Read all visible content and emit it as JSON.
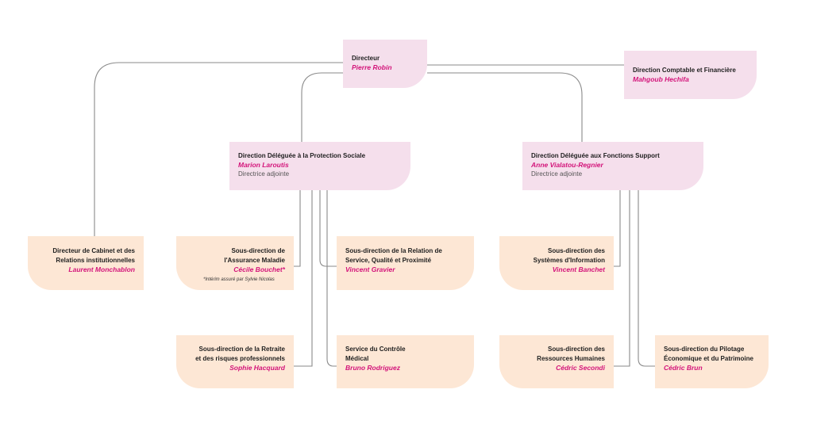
{
  "boxes": {
    "directeur": {
      "title": "Directeur",
      "name": "Pierre Robin"
    },
    "dcf": {
      "title": "Direction Comptable et Financière",
      "name": "Mahgoub Hechifa"
    },
    "dps": {
      "title": "Direction Déléguée à la Protection Sociale",
      "name": "Marion Laroutis",
      "role": "Directrice adjointe"
    },
    "dfs": {
      "title": "Direction Déléguée aux Fonctions Support",
      "name": "Anne Vialatou-Regnier",
      "role": "Directrice adjointe"
    },
    "cabinet": {
      "title_1": "Directeur de Cabinet et des",
      "title_2": "Relations institutionnelles",
      "name": "Laurent Monchablon"
    },
    "am": {
      "title_1": "Sous-direction de",
      "title_2": "l'Assurance Maladie",
      "name": "Cécile Bouchet*",
      "note": "*Intérim assuré par Sylvie Nicolas"
    },
    "rsqp": {
      "title_1": "Sous-direction de la Relation de",
      "title_2": "Service, Qualité et Proximité",
      "name": "Vincent Gravier"
    },
    "si": {
      "title_1": "Sous-direction des",
      "title_2": "Systèmes d'Information",
      "name": "Vincent Banchet"
    },
    "retraite": {
      "title_1": "Sous-direction de la Retraite",
      "title_2": "et des risques professionnels",
      "name": "Sophie Hacquard"
    },
    "medical": {
      "title_1": "Service du Contrôle",
      "title_2": "Médical",
      "name": "Bruno Rodriguez"
    },
    "rh": {
      "title_1": "Sous-direction des",
      "title_2": "Ressources Humaines",
      "name": "Cédric Secondi"
    },
    "pilotage": {
      "title_1": "Sous-direction du Pilotage",
      "title_2": "Économique et du Patrimoine",
      "name": "Cédric Brun"
    }
  },
  "colors": {
    "top_box": "#f5dfec",
    "sub_box": "#fde7d5",
    "name_accent": "#d3147a",
    "connector": "#8a8a8a"
  }
}
